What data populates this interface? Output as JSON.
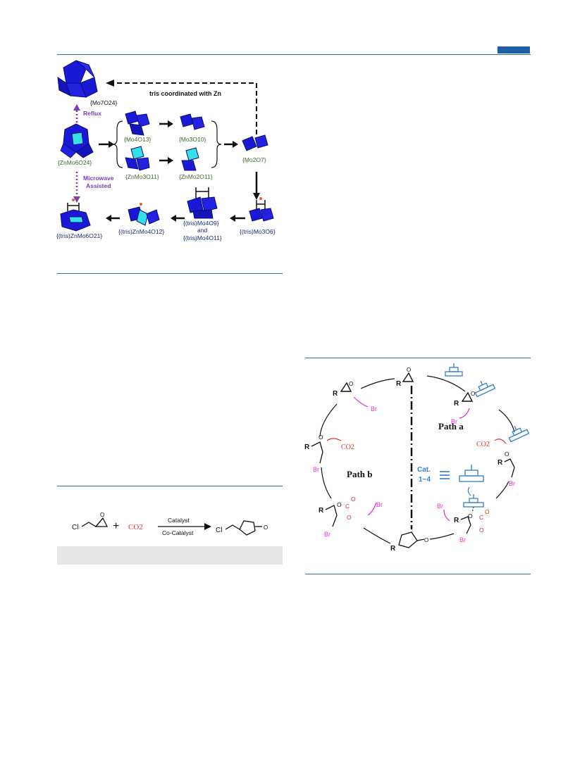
{
  "colors": {
    "rule": "#3d6e9e",
    "tab": "#1f5fa8",
    "green_label": "#3d6b2e",
    "purple": "#7a3fb8",
    "blue_poly": "#1a1ad6",
    "cyan_poly": "#33e0e6",
    "magenta": "#e633cc",
    "red": "#e62e2e",
    "catalyst_blue": "#2f7fd0"
  },
  "fig1": {
    "mo7o24": "{Mo7O24}",
    "tris_zn": "tris coordinated with Zn",
    "reflux": "Reflux",
    "znmo6o24": "{ZnMo6O24}",
    "mo4o13": "{Mo4O13}",
    "mo3o10": "{Mo3O10}",
    "znmo3o11": "{ZnMo3O11}",
    "znmo2o11": "{ZnMo2O11}",
    "mo2o7": "{Mo2O7}",
    "microwave": "Microwave",
    "assisted": "Assisted",
    "tris_znmo6o21": "{(tris)ZnMo6O21}",
    "tris_znmo4o12": "{(tris)ZnMo4O12}",
    "tris_mo4o9": "{(tris)Mo4O9}",
    "and": "and",
    "tris_mo4o11": "{(tris)Mo4O11}",
    "tris_mo3o6": "{(tris)Mo3O6}"
  },
  "reaction": {
    "cl": "Cl",
    "plus": "+",
    "co2": "CO2",
    "catalyst": "Catalyst",
    "co_catalyst": "Co-Catalyst"
  },
  "mechanism": {
    "path_a": "Path a",
    "path_b": "Path b",
    "cat": "Cat.",
    "cat_range": "1~4",
    "r": "R",
    "br": "Br",
    "co2": "CO2",
    "o": "O",
    "c": "C"
  }
}
